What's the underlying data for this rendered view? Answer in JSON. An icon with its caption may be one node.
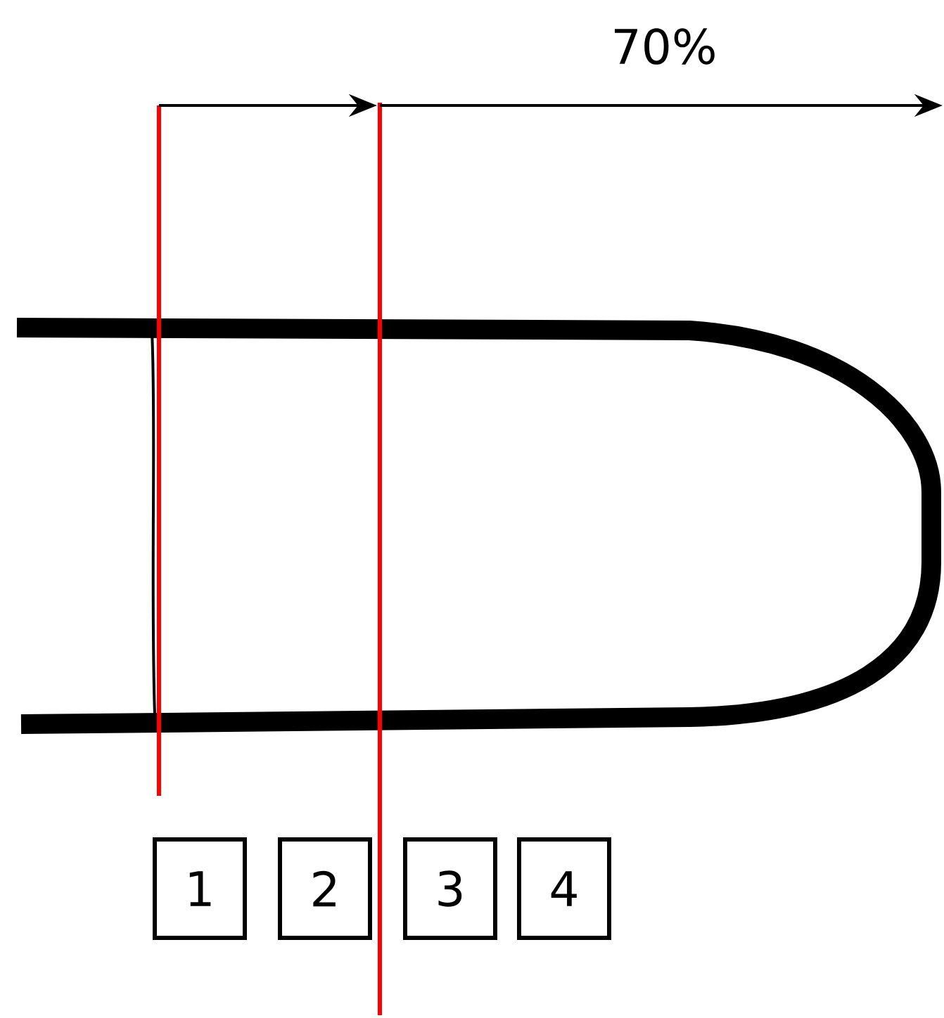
{
  "diagram": {
    "nodes": [
      {
        "text": [
          "1"
        ]
      },
      {
        "text": [
          "2"
        ]
      },
      {
        "text": [
          "3"
        ]
      },
      {
        "text": [
          "4"
        ]
      }
    ],
    "labels": [
      "70%"
    ]
  }
}
